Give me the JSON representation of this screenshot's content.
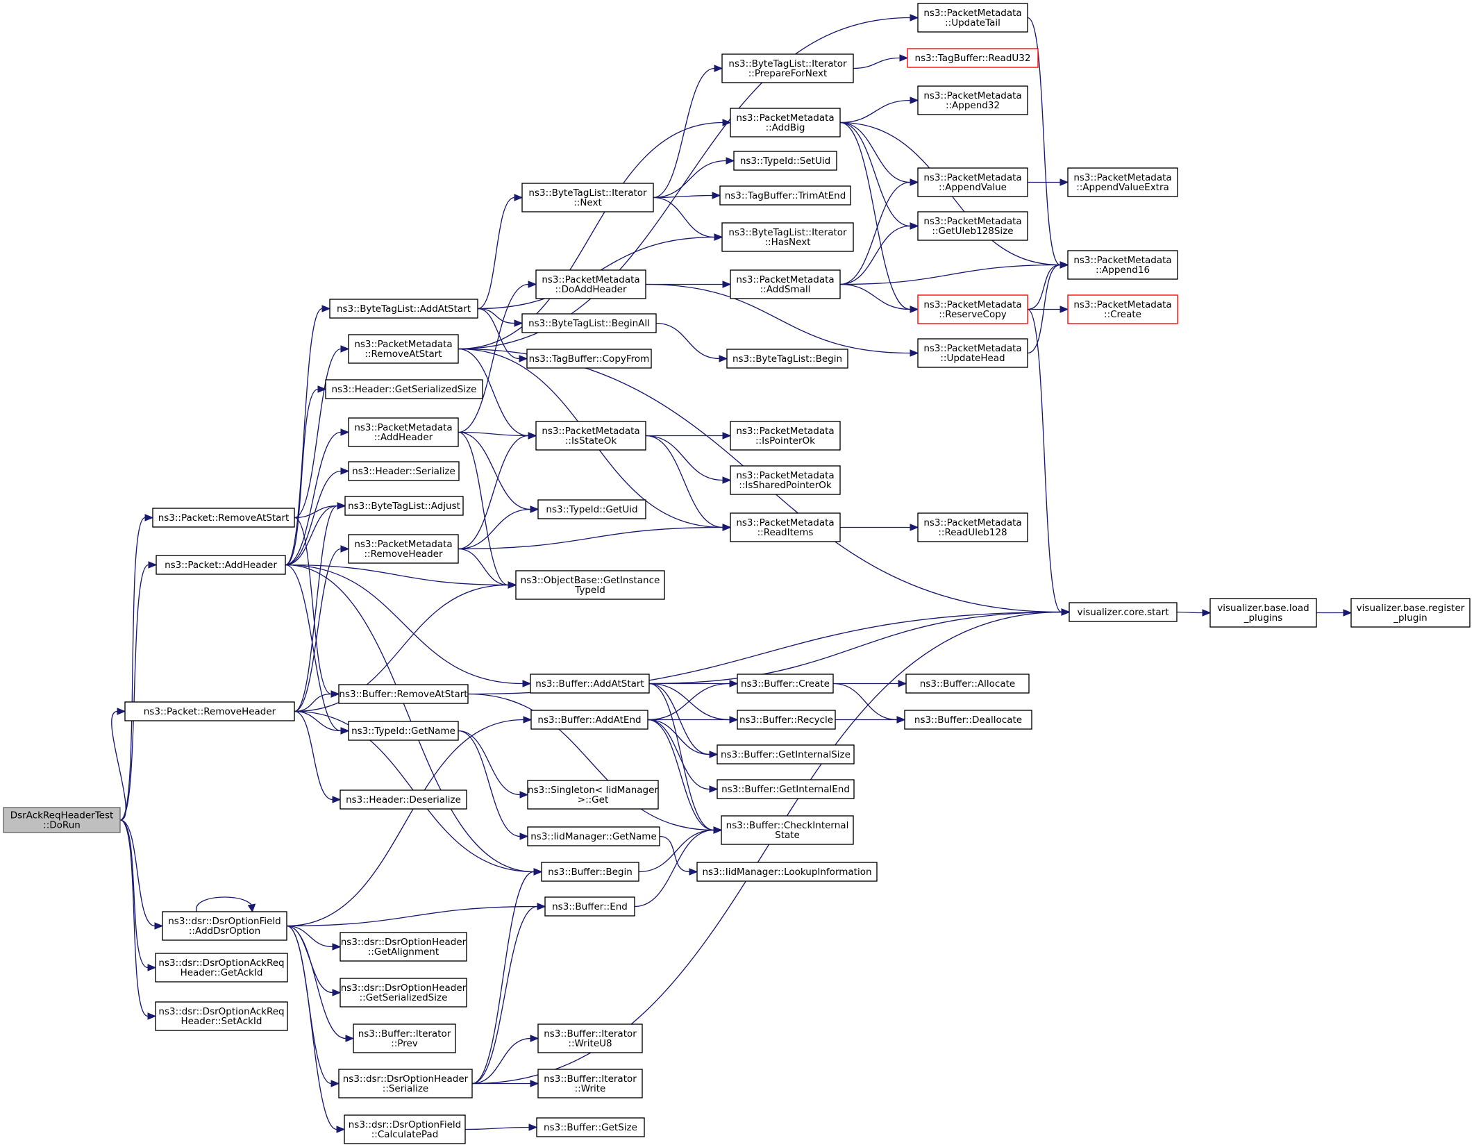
{
  "colors": {
    "edge": "#191970",
    "root_fill": "#bfbfbf",
    "highlight_border": "#ff0000"
  },
  "nodes": [
    {
      "id": "root",
      "lines": [
        "DsrAckReqHeaderTest",
        "::DoRun"
      ],
      "style": "root"
    },
    {
      "id": "p_removeatstart",
      "lines": [
        "ns3::Packet::RemoveAtStart"
      ]
    },
    {
      "id": "p_addheader",
      "lines": [
        "ns3::Packet::AddHeader"
      ]
    },
    {
      "id": "p_removeheader",
      "lines": [
        "ns3::Packet::RemoveHeader"
      ]
    },
    {
      "id": "dsr_adddsroption",
      "lines": [
        "ns3::dsr::DsrOptionField",
        "::AddDsrOption"
      ]
    },
    {
      "id": "dsr_getackid",
      "lines": [
        "ns3::dsr::DsrOptionAckReq",
        "Header::GetAckId"
      ]
    },
    {
      "id": "dsr_setackid",
      "lines": [
        "ns3::dsr::DsrOptionAckReq",
        "Header::SetAckId"
      ]
    },
    {
      "id": "btl_addatstart",
      "lines": [
        "ns3::ByteTagList::AddAtStart"
      ]
    },
    {
      "id": "pm_removeatstart",
      "lines": [
        "ns3::PacketMetadata",
        "::RemoveAtStart"
      ]
    },
    {
      "id": "hdr_getserializedsize",
      "lines": [
        "ns3::Header::GetSerializedSize"
      ]
    },
    {
      "id": "pm_addheader",
      "lines": [
        "ns3::PacketMetadata",
        "::AddHeader"
      ]
    },
    {
      "id": "hdr_serialize",
      "lines": [
        "ns3::Header::Serialize"
      ]
    },
    {
      "id": "btl_adjust",
      "lines": [
        "ns3::ByteTagList::Adjust"
      ]
    },
    {
      "id": "pm_removeheader",
      "lines": [
        "ns3::PacketMetadata",
        "::RemoveHeader"
      ]
    },
    {
      "id": "buf_removeatstart",
      "lines": [
        "ns3::Buffer::RemoveAtStart"
      ]
    },
    {
      "id": "typeid_getname",
      "lines": [
        "ns3::TypeId::GetName"
      ]
    },
    {
      "id": "hdr_deserialize",
      "lines": [
        "ns3::Header::Deserialize"
      ]
    },
    {
      "id": "dsrh_getalignment",
      "lines": [
        "ns3::dsr::DsrOptionHeader",
        "::GetAlignment"
      ]
    },
    {
      "id": "dsrh_getserializedsize",
      "lines": [
        "ns3::dsr::DsrOptionHeader",
        "::GetSerializedSize"
      ]
    },
    {
      "id": "bufit_prev",
      "lines": [
        "ns3::Buffer::Iterator",
        "::Prev"
      ]
    },
    {
      "id": "dsrh_serialize",
      "lines": [
        "ns3::dsr::DsrOptionHeader",
        "::Serialize"
      ]
    },
    {
      "id": "dsrf_calculatepad",
      "lines": [
        "ns3::dsr::DsrOptionField",
        "::CalculatePad"
      ]
    },
    {
      "id": "btlit_next",
      "lines": [
        "ns3::ByteTagList::Iterator",
        "::Next"
      ]
    },
    {
      "id": "pm_doaddheader",
      "lines": [
        "ns3::PacketMetadata",
        "::DoAddHeader"
      ]
    },
    {
      "id": "btl_beginall",
      "lines": [
        "ns3::ByteTagList::BeginAll"
      ]
    },
    {
      "id": "tb_copyfrom",
      "lines": [
        "ns3::TagBuffer::CopyFrom"
      ]
    },
    {
      "id": "pm_isstateok",
      "lines": [
        "ns3::PacketMetadata",
        "::IsStateOk"
      ]
    },
    {
      "id": "typeid_getuid",
      "lines": [
        "ns3::TypeId::GetUid"
      ]
    },
    {
      "id": "ob_getinstancetypeid",
      "lines": [
        "ns3::ObjectBase::GetInstance",
        "TypeId"
      ]
    },
    {
      "id": "buf_addatstart",
      "lines": [
        "ns3::Buffer::AddAtStart"
      ]
    },
    {
      "id": "buf_addatend",
      "lines": [
        "ns3::Buffer::AddAtEnd"
      ]
    },
    {
      "id": "singleton_get",
      "lines": [
        "ns3::Singleton< IidManager",
        ">::Get"
      ]
    },
    {
      "id": "iid_getname",
      "lines": [
        "ns3::IidManager::GetName"
      ]
    },
    {
      "id": "buf_begin",
      "lines": [
        "ns3::Buffer::Begin"
      ]
    },
    {
      "id": "buf_end",
      "lines": [
        "ns3::Buffer::End"
      ]
    },
    {
      "id": "bufit_writeu8",
      "lines": [
        "ns3::Buffer::Iterator",
        "::WriteU8"
      ]
    },
    {
      "id": "bufit_write",
      "lines": [
        "ns3::Buffer::Iterator",
        "::Write"
      ]
    },
    {
      "id": "buf_getsize",
      "lines": [
        "ns3::Buffer::GetSize"
      ]
    },
    {
      "id": "btlit_preparefornext",
      "lines": [
        "ns3::ByteTagList::Iterator",
        "::PrepareForNext"
      ]
    },
    {
      "id": "pm_addbig",
      "lines": [
        "ns3::PacketMetadata",
        "::AddBig"
      ]
    },
    {
      "id": "typeid_setuid",
      "lines": [
        "ns3::TypeId::SetUid"
      ]
    },
    {
      "id": "tb_trimatend",
      "lines": [
        "ns3::TagBuffer::TrimAtEnd"
      ]
    },
    {
      "id": "btlit_hasnext",
      "lines": [
        "ns3::ByteTagList::Iterator",
        "::HasNext"
      ]
    },
    {
      "id": "pm_addsmall",
      "lines": [
        "ns3::PacketMetadata",
        "::AddSmall"
      ]
    },
    {
      "id": "btl_begin",
      "lines": [
        "ns3::ByteTagList::Begin"
      ]
    },
    {
      "id": "pm_ispointerok",
      "lines": [
        "ns3::PacketMetadata",
        "::IsPointerOk"
      ]
    },
    {
      "id": "pm_issharedpointerok",
      "lines": [
        "ns3::PacketMetadata",
        "::IsSharedPointerOk"
      ]
    },
    {
      "id": "pm_readitems",
      "lines": [
        "ns3::PacketMetadata",
        "::ReadItems"
      ]
    },
    {
      "id": "buf_create",
      "lines": [
        "ns3::Buffer::Create"
      ]
    },
    {
      "id": "buf_recycle",
      "lines": [
        "ns3::Buffer::Recycle"
      ]
    },
    {
      "id": "buf_getinternalsize",
      "lines": [
        "ns3::Buffer::GetInternalSize"
      ]
    },
    {
      "id": "buf_getinternalend",
      "lines": [
        "ns3::Buffer::GetInternalEnd"
      ]
    },
    {
      "id": "buf_checkinternalstate",
      "lines": [
        "ns3::Buffer::CheckInternal",
        "State"
      ]
    },
    {
      "id": "iid_lookupinformation",
      "lines": [
        "ns3::IidManager::LookupInformation"
      ]
    },
    {
      "id": "pm_updatetail",
      "lines": [
        "ns3::PacketMetadata",
        "::UpdateTail"
      ]
    },
    {
      "id": "tb_readu32",
      "lines": [
        "ns3::TagBuffer::ReadU32"
      ],
      "style": "red"
    },
    {
      "id": "pm_append32",
      "lines": [
        "ns3::PacketMetadata",
        "::Append32"
      ]
    },
    {
      "id": "pm_appendvalue",
      "lines": [
        "ns3::PacketMetadata",
        "::AppendValue"
      ]
    },
    {
      "id": "pm_getuleb128size",
      "lines": [
        "ns3::PacketMetadata",
        "::GetUleb128Size"
      ]
    },
    {
      "id": "pm_reservecopy",
      "lines": [
        "ns3::PacketMetadata",
        "::ReserveCopy"
      ],
      "style": "red"
    },
    {
      "id": "pm_updatehead",
      "lines": [
        "ns3::PacketMetadata",
        "::UpdateHead"
      ]
    },
    {
      "id": "pm_readuleb128",
      "lines": [
        "ns3::PacketMetadata",
        "::ReadUleb128"
      ]
    },
    {
      "id": "vis_core_start",
      "lines": [
        "visualizer.core.start"
      ]
    },
    {
      "id": "buf_allocate",
      "lines": [
        "ns3::Buffer::Allocate"
      ]
    },
    {
      "id": "buf_deallocate",
      "lines": [
        "ns3::Buffer::Deallocate"
      ]
    },
    {
      "id": "pm_appendvalueextra",
      "lines": [
        "ns3::PacketMetadata",
        "::AppendValueExtra"
      ]
    },
    {
      "id": "pm_append16",
      "lines": [
        "ns3::PacketMetadata",
        "::Append16"
      ]
    },
    {
      "id": "pm_create",
      "lines": [
        "ns3::PacketMetadata",
        "::Create"
      ],
      "style": "red"
    },
    {
      "id": "vis_base_loadplugins",
      "lines": [
        "visualizer.base.load",
        "_plugins"
      ]
    },
    {
      "id": "vis_base_registerplugin",
      "lines": [
        "visualizer.base.register",
        "_plugin"
      ]
    }
  ],
  "edges": [
    [
      "root",
      "p_removeatstart"
    ],
    [
      "root",
      "p_addheader"
    ],
    [
      "root",
      "p_removeheader"
    ],
    [
      "root",
      "dsr_adddsroption"
    ],
    [
      "root",
      "dsr_getackid"
    ],
    [
      "root",
      "dsr_setackid"
    ],
    [
      "p_removeatstart",
      "pm_removeatstart"
    ],
    [
      "p_removeatstart",
      "btl_adjust"
    ],
    [
      "p_removeatstart",
      "buf_removeatstart"
    ],
    [
      "p_addheader",
      "btl_addatstart"
    ],
    [
      "p_addheader",
      "hdr_getserializedsize"
    ],
    [
      "p_addheader",
      "pm_addheader"
    ],
    [
      "p_addheader",
      "hdr_serialize"
    ],
    [
      "p_addheader",
      "btl_adjust"
    ],
    [
      "p_addheader",
      "ob_getinstancetypeid"
    ],
    [
      "p_addheader",
      "buf_addatstart"
    ],
    [
      "p_addheader",
      "typeid_getname"
    ],
    [
      "p_addheader",
      "buf_begin"
    ],
    [
      "p_removeheader",
      "btl_adjust"
    ],
    [
      "p_removeheader",
      "pm_removeheader"
    ],
    [
      "p_removeheader",
      "ob_getinstancetypeid"
    ],
    [
      "p_removeheader",
      "buf_removeatstart"
    ],
    [
      "p_removeheader",
      "typeid_getname"
    ],
    [
      "p_removeheader",
      "hdr_deserialize"
    ],
    [
      "p_removeheader",
      "buf_begin"
    ],
    [
      "dsr_adddsroption",
      "dsr_adddsroption"
    ],
    [
      "dsr_adddsroption",
      "buf_addatend"
    ],
    [
      "dsr_adddsroption",
      "buf_end"
    ],
    [
      "dsr_adddsroption",
      "dsrh_getalignment"
    ],
    [
      "dsr_adddsroption",
      "dsrh_getserializedsize"
    ],
    [
      "dsr_adddsroption",
      "bufit_prev"
    ],
    [
      "dsr_adddsroption",
      "dsrh_serialize"
    ],
    [
      "dsr_adddsroption",
      "dsrf_calculatepad"
    ],
    [
      "btl_addatstart",
      "btlit_next"
    ],
    [
      "btl_addatstart",
      "btlit_hasnext"
    ],
    [
      "btl_addatstart",
      "btl_beginall"
    ],
    [
      "btl_addatstart",
      "tb_copyfrom"
    ],
    [
      "pm_removeatstart",
      "pm_updatetail"
    ],
    [
      "pm_removeatstart",
      "pm_addbig"
    ],
    [
      "pm_removeatstart",
      "pm_isstateok"
    ],
    [
      "pm_removeatstart",
      "pm_readitems"
    ],
    [
      "pm_removeatstart",
      "vis_core_start"
    ],
    [
      "pm_addheader",
      "pm_doaddheader"
    ],
    [
      "pm_addheader",
      "pm_isstateok"
    ],
    [
      "pm_addheader",
      "typeid_getuid"
    ],
    [
      "pm_addheader",
      "ob_getinstancetypeid"
    ],
    [
      "pm_removeheader",
      "pm_isstateok"
    ],
    [
      "pm_removeheader",
      "typeid_getuid"
    ],
    [
      "pm_removeheader",
      "pm_readitems"
    ],
    [
      "pm_removeheader",
      "ob_getinstancetypeid"
    ],
    [
      "buf_removeatstart",
      "vis_core_start"
    ],
    [
      "buf_removeatstart",
      "buf_checkinternalstate"
    ],
    [
      "typeid_getname",
      "singleton_get"
    ],
    [
      "typeid_getname",
      "iid_getname"
    ],
    [
      "dsrh_serialize",
      "buf_begin"
    ],
    [
      "dsrh_serialize",
      "buf_end"
    ],
    [
      "dsrh_serialize",
      "bufit_writeu8"
    ],
    [
      "dsrh_serialize",
      "bufit_write"
    ],
    [
      "dsrh_serialize",
      "vis_core_start"
    ],
    [
      "dsrf_calculatepad",
      "buf_getsize"
    ],
    [
      "btlit_next",
      "btlit_preparefornext"
    ],
    [
      "btlit_next",
      "typeid_setuid"
    ],
    [
      "btlit_next",
      "tb_trimatend"
    ],
    [
      "btlit_next",
      "btlit_hasnext"
    ],
    [
      "pm_doaddheader",
      "pm_addsmall"
    ],
    [
      "pm_doaddheader",
      "pm_updatehead"
    ],
    [
      "btl_beginall",
      "btl_begin"
    ],
    [
      "pm_isstateok",
      "pm_ispointerok"
    ],
    [
      "pm_isstateok",
      "pm_issharedpointerok"
    ],
    [
      "pm_isstateok",
      "pm_readitems"
    ],
    [
      "buf_addatstart",
      "vis_core_start"
    ],
    [
      "buf_addatstart",
      "buf_create"
    ],
    [
      "buf_addatstart",
      "buf_recycle"
    ],
    [
      "buf_addatstart",
      "buf_getinternalsize"
    ],
    [
      "buf_addatstart",
      "buf_checkinternalstate"
    ],
    [
      "buf_addatend",
      "buf_create"
    ],
    [
      "buf_addatend",
      "buf_recycle"
    ],
    [
      "buf_addatend",
      "buf_getinternalsize"
    ],
    [
      "buf_addatend",
      "buf_getinternalend"
    ],
    [
      "buf_addatend",
      "buf_checkinternalstate"
    ],
    [
      "iid_getname",
      "iid_lookupinformation"
    ],
    [
      "buf_begin",
      "buf_checkinternalstate"
    ],
    [
      "buf_end",
      "buf_checkinternalstate"
    ],
    [
      "btlit_preparefornext",
      "tb_readu32"
    ],
    [
      "pm_addbig",
      "pm_append32"
    ],
    [
      "pm_addbig",
      "pm_appendvalue"
    ],
    [
      "pm_addbig",
      "pm_getuleb128size"
    ],
    [
      "pm_addbig",
      "pm_append16"
    ],
    [
      "pm_addbig",
      "pm_reservecopy"
    ],
    [
      "pm_addsmall",
      "pm_appendvalue"
    ],
    [
      "pm_addsmall",
      "pm_getuleb128size"
    ],
    [
      "pm_addsmall",
      "pm_append16"
    ],
    [
      "pm_addsmall",
      "pm_reservecopy"
    ],
    [
      "pm_readitems",
      "pm_readuleb128"
    ],
    [
      "buf_create",
      "buf_allocate"
    ],
    [
      "buf_create",
      "buf_deallocate"
    ],
    [
      "buf_recycle",
      "buf_deallocate"
    ],
    [
      "pm_updatetail",
      "pm_append16"
    ],
    [
      "pm_appendvalue",
      "pm_appendvalueextra"
    ],
    [
      "pm_reservecopy",
      "pm_append16"
    ],
    [
      "pm_reservecopy",
      "pm_create"
    ],
    [
      "pm_reservecopy",
      "vis_core_start"
    ],
    [
      "pm_updatehead",
      "pm_append16"
    ],
    [
      "vis_core_start",
      "vis_base_loadplugins"
    ],
    [
      "vis_base_loadplugins",
      "vis_base_registerplugin"
    ]
  ]
}
